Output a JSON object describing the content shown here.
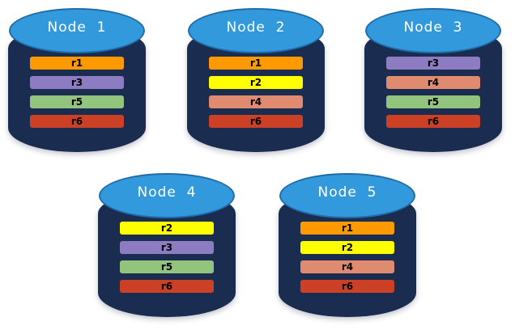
{
  "diagram": {
    "title": "replica-distribution-across-nodes",
    "background_color": "#ffffff"
  },
  "palette": {
    "node_body": "#1b2c51",
    "node_top": "#3399dd",
    "node_top_border": "#1f6ca8",
    "node_label_color": "#ffffff",
    "bar_text_color": "#000000"
  },
  "replica_colors": {
    "r1": "#ff9900",
    "r2": "#ffff00",
    "r3": "#8e7cc3",
    "r4": "#e08a70",
    "r5": "#93c47d",
    "r6": "#cc4125"
  },
  "nodes": [
    {
      "label": "Node  1",
      "replicas": [
        {
          "label": "r1",
          "color": "#ff9900"
        },
        {
          "label": "r3",
          "color": "#8e7cc3"
        },
        {
          "label": "r5",
          "color": "#93c47d"
        },
        {
          "label": "r6",
          "color": "#cc4125"
        }
      ]
    },
    {
      "label": "Node  2",
      "replicas": [
        {
          "label": "r1",
          "color": "#ff9900"
        },
        {
          "label": "r2",
          "color": "#ffff00"
        },
        {
          "label": "r4",
          "color": "#e08a70"
        },
        {
          "label": "r6",
          "color": "#cc4125"
        }
      ]
    },
    {
      "label": "Node  3",
      "replicas": [
        {
          "label": "r3",
          "color": "#8e7cc3"
        },
        {
          "label": "r4",
          "color": "#e08a70"
        },
        {
          "label": "r5",
          "color": "#93c47d"
        },
        {
          "label": "r6",
          "color": "#cc4125"
        }
      ]
    },
    {
      "label": "Node  4",
      "replicas": [
        {
          "label": "r2",
          "color": "#ffff00"
        },
        {
          "label": "r3",
          "color": "#8e7cc3"
        },
        {
          "label": "r5",
          "color": "#93c47d"
        },
        {
          "label": "r6",
          "color": "#cc4125"
        }
      ]
    },
    {
      "label": "Node  5",
      "replicas": [
        {
          "label": "r1",
          "color": "#ff9900"
        },
        {
          "label": "r2",
          "color": "#ffff00"
        },
        {
          "label": "r4",
          "color": "#e08a70"
        },
        {
          "label": "r6",
          "color": "#cc4125"
        }
      ]
    }
  ]
}
